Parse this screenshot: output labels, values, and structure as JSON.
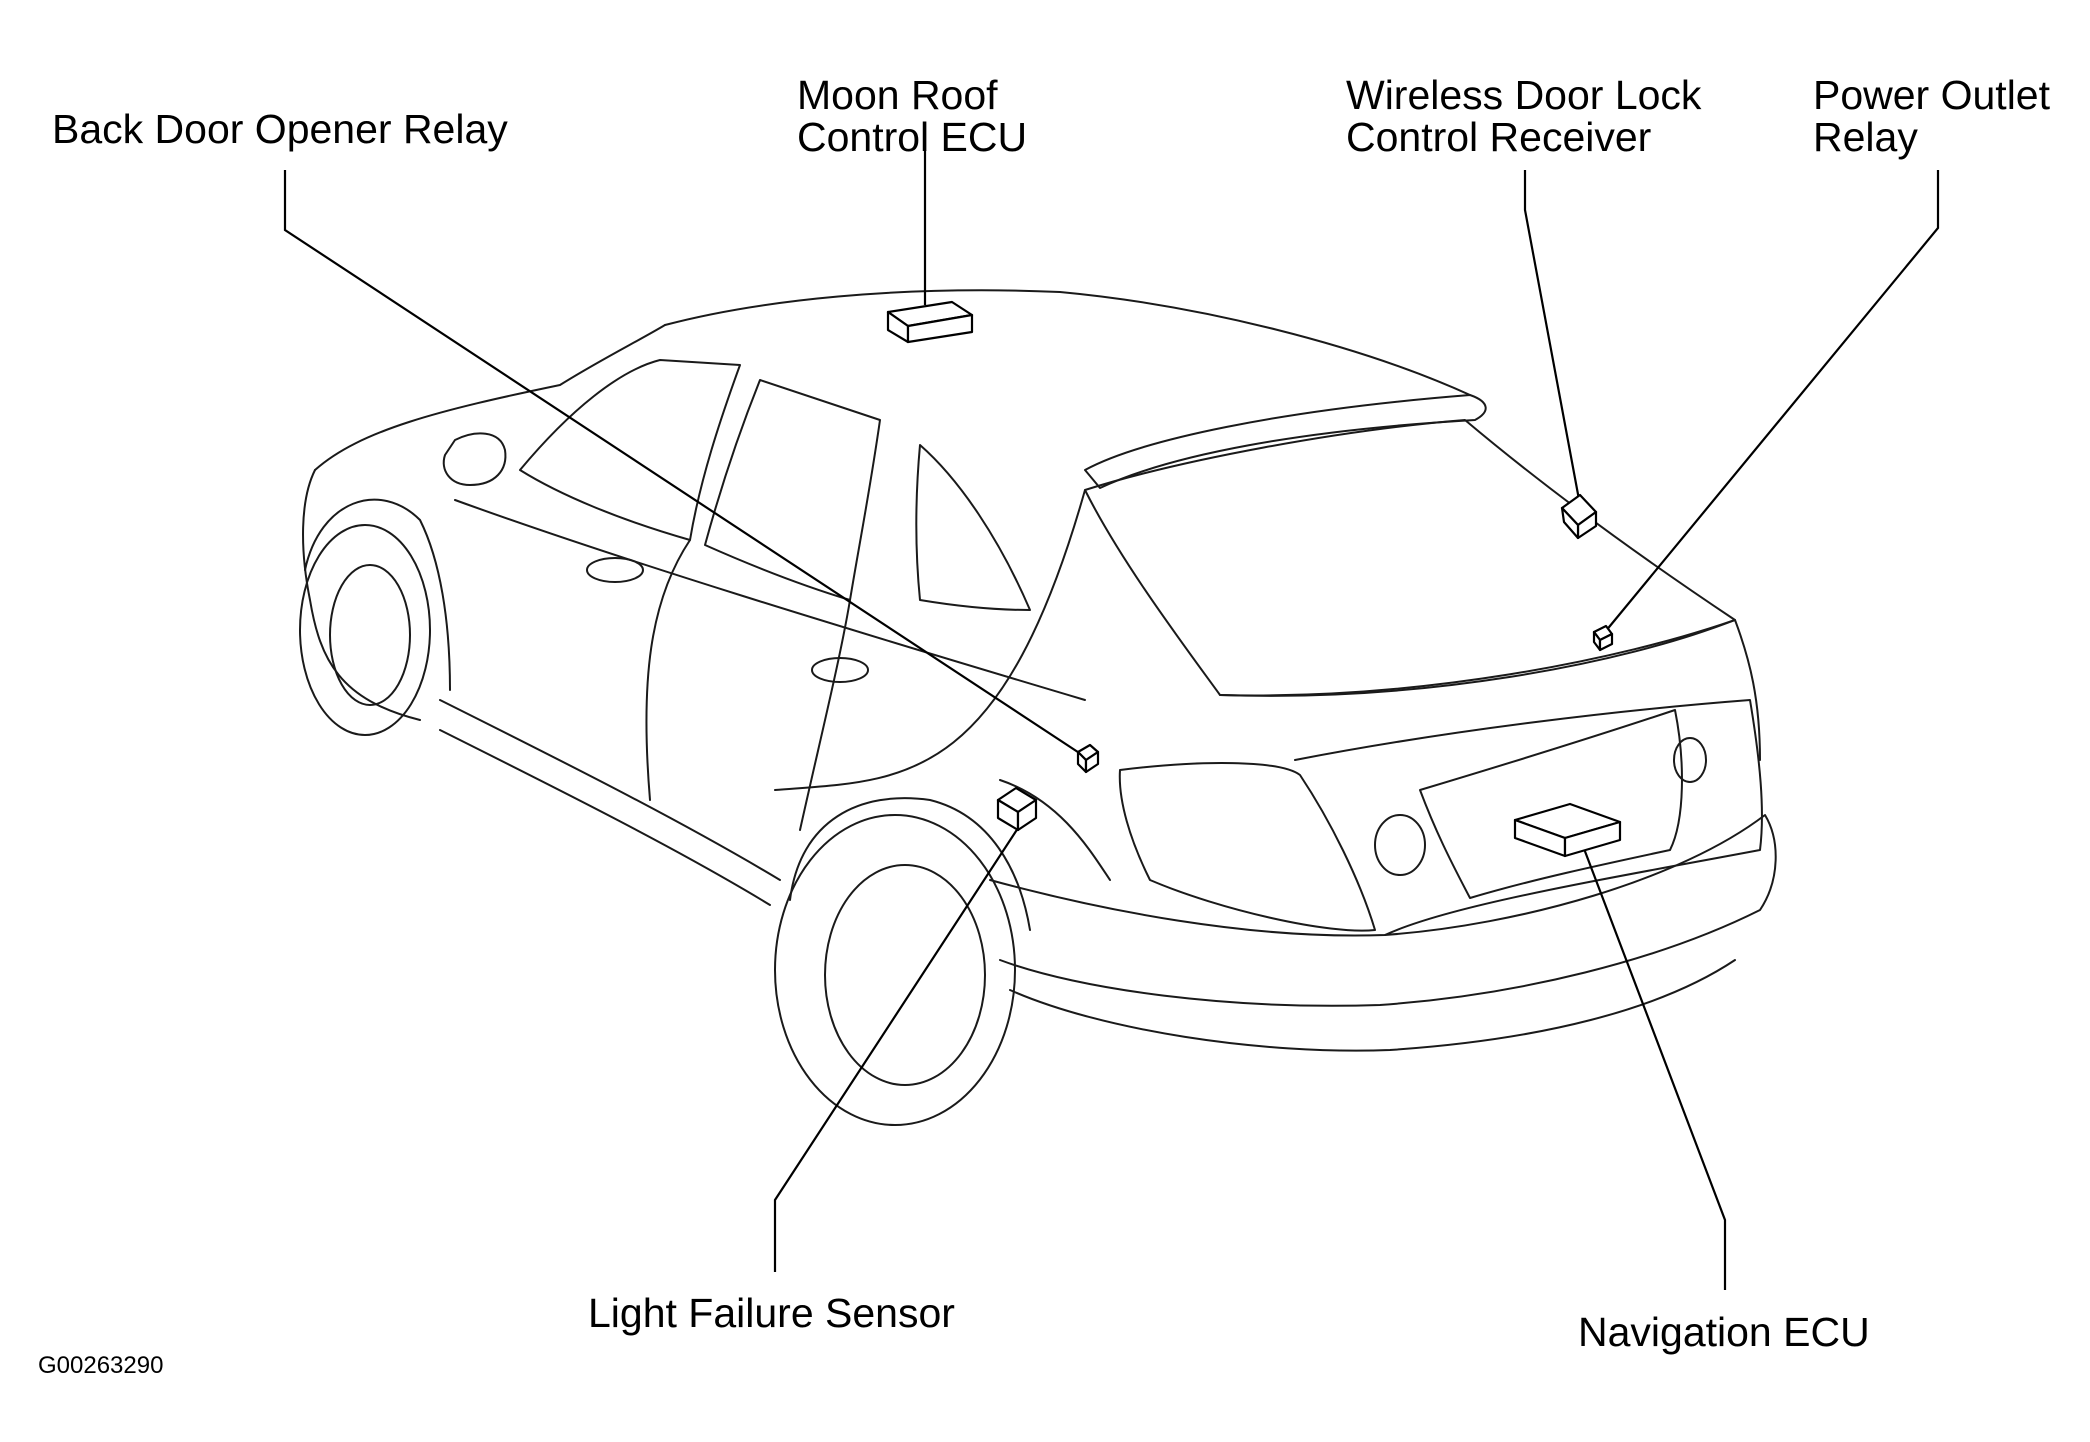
{
  "figure_id": "G00263290",
  "labels": {
    "back_door_opener_relay": "Back Door Opener Relay",
    "moon_roof_control_ecu": [
      "Moon Roof",
      "Control ECU"
    ],
    "wireless_door_lock_control_receiver": [
      "Wireless Door Lock",
      "Control Receiver"
    ],
    "power_outlet_relay": [
      "Power Outlet",
      "Relay"
    ],
    "light_failure_sensor": "Light Failure Sensor",
    "navigation_ecu": "Navigation ECU"
  },
  "colors": {
    "line": "#000000",
    "background": "#ffffff"
  }
}
